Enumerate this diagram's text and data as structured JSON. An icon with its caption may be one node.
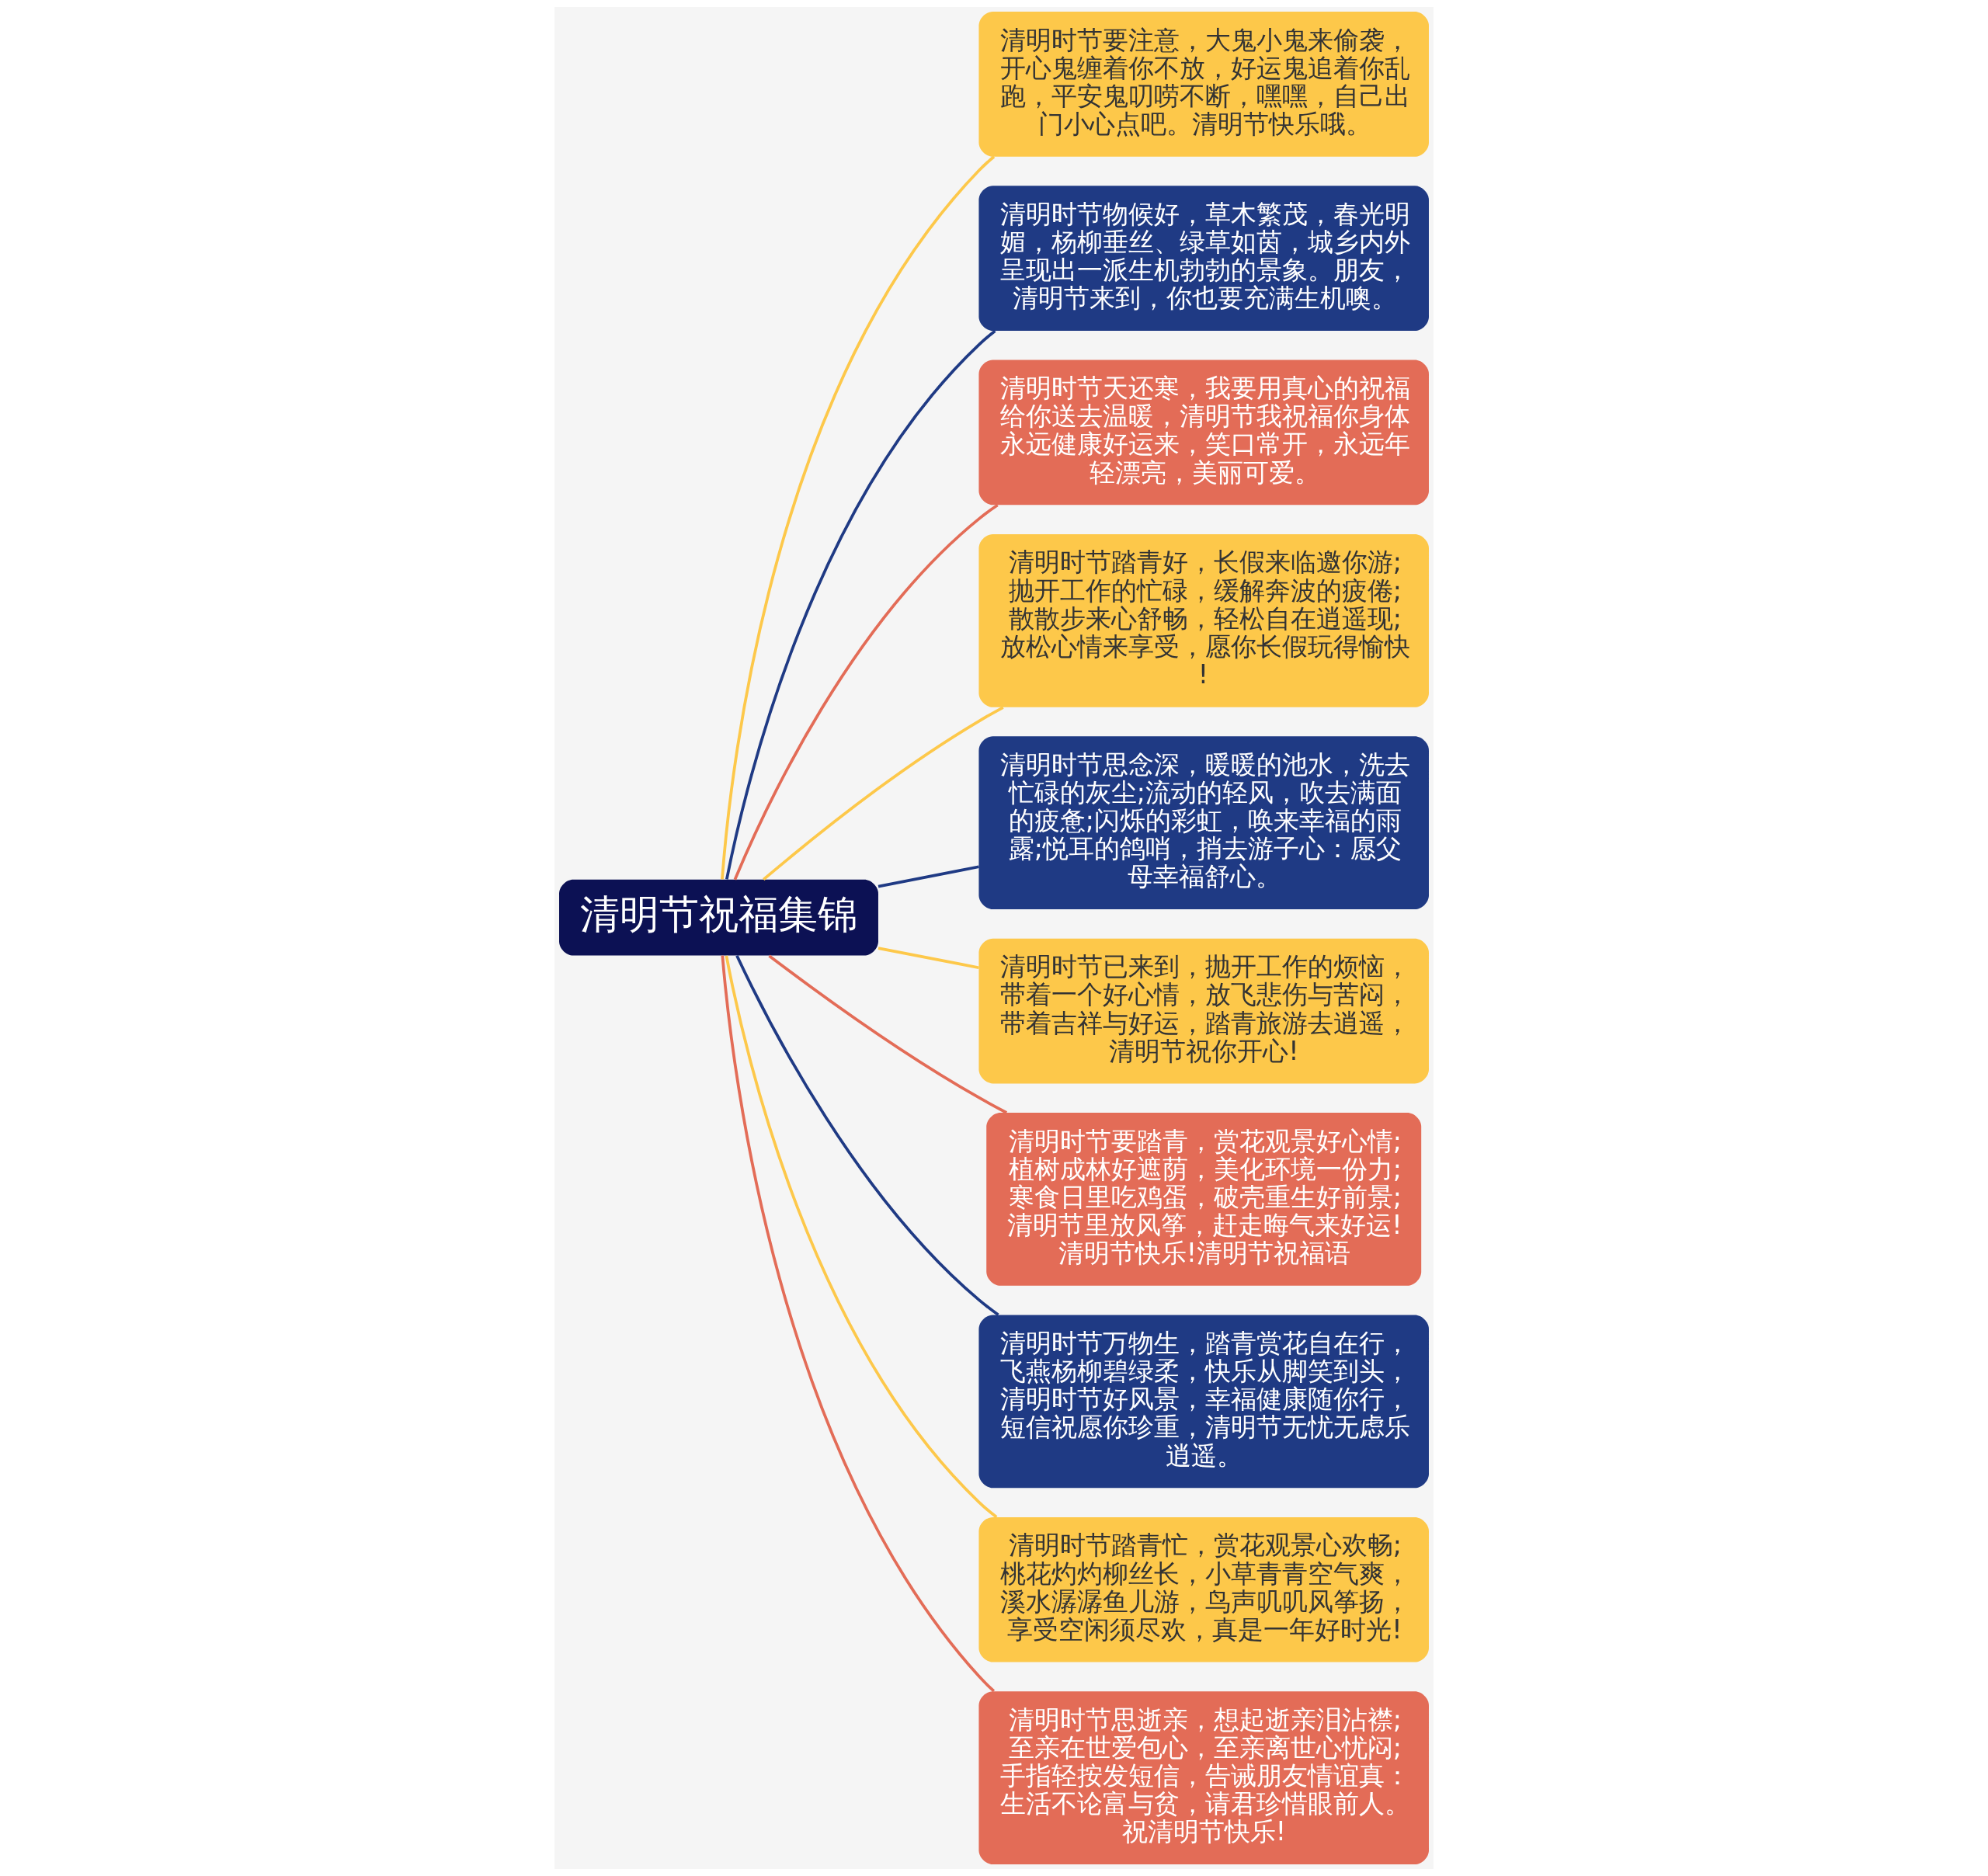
{
  "diagram": {
    "nodes": [
      {
        "text": [
          "清明节祝福集锦"
        ]
      },
      {
        "text": [
          "清明时节要注意，大鬼小鬼来偷袭，开心鬼缠着你不放，好运鬼追着你乱跑，平安鬼叨唠不断，嘿嘿，自己出门小心点吧。清明节快乐哦。"
        ]
      },
      {
        "text": [
          "清明时节物候好，草木繁茂，春光明媚，杨柳垂丝、绿草如茵，城乡内外呈现出一派生机勃勃的景象。朋友，清明节来到，你也要充满生机噢。"
        ]
      },
      {
        "text": [
          "清明时节天还寒，我要用真心的祝福给你送去温暖，清明节我祝福你身体永远健康好运来，笑口常开，永远年轻漂亮，美丽可爱。"
        ]
      },
      {
        "text": [
          "清明时节踏青好，长假来临邀你游;抛开工作的忙碌，缓解奔波的疲倦;散散步来心舒畅，轻松自在逍遥现;放松心情来享受，愿你长假玩得愉快!"
        ]
      },
      {
        "text": [
          "清明时节思念深，暖暖的池水，洗去忙碌的灰尘;流动的轻风，吹去满面的疲惫;闪烁的彩虹，唤来幸福的雨露;悦耳的鸽哨，捎去游子心：愿父母幸福舒心。"
        ]
      },
      {
        "text": [
          "清明时节已来到，抛开工作的烦恼，带着一个好心情，放飞悲伤与苦闷，带着吉祥与好运，踏青旅游去逍遥，清明节祝你开心!"
        ]
      },
      {
        "text": [
          "清明时节要踏青，赏花观景好心情;植树成林好遮荫，美化环境一份力;寒食日里吃鸡蛋，破壳重生好前景;清明节里放风筝，赶走晦气来好运!清明节快乐!清明节祝福语"
        ]
      },
      {
        "text": [
          "清明时节万物生，踏青赏花自在行，飞燕杨柳碧绿柔，快乐从脚笑到头，清明时节好风景，幸福健康随你行，短信祝愿你珍重，清明节无忧无虑乐逍遥。"
        ]
      },
      {
        "text": [
          "清明时节踏青忙，赏花观景心欢畅;桃花灼灼柳丝长，小草青青空气爽，溪水潺潺鱼儿游，鸟声叽叽风筝扬，享受空闲须尽欢，真是一年好时光!"
        ]
      },
      {
        "text": [
          "清明时节思逝亲，想起逝亲泪沾襟;至亲在世爱包心，至亲离世心忧闷;手指轻按发短信，告诫朋友情谊真：生活不论富与贫，请君珍惜眼前人。祝清明节快乐!"
        ]
      }
    ],
    "edges": [
      {
        "from": 0,
        "to": 1,
        "arrow": "none"
      },
      {
        "from": 0,
        "to": 2,
        "arrow": "none",
        "color": "#1f3a84"
      },
      {
        "from": 0,
        "to": 3,
        "arrow": "none",
        "color": "#e36c57"
      },
      {
        "from": 0,
        "to": 4,
        "arrow": "none"
      },
      {
        "from": 0,
        "to": 5,
        "arrow": "none",
        "color": "#1f3a84"
      },
      {
        "from": 0,
        "to": 6,
        "arrow": "none"
      },
      {
        "from": 0,
        "to": 7,
        "arrow": "none",
        "color": "#e36c57"
      },
      {
        "from": 0,
        "to": 8,
        "arrow": "none",
        "color": "#1f3a84"
      },
      {
        "from": 0,
        "to": 9,
        "arrow": "none"
      },
      {
        "from": 0,
        "to": 10,
        "arrow": "none",
        "color": "#e36c57"
      }
    ]
  }
}
